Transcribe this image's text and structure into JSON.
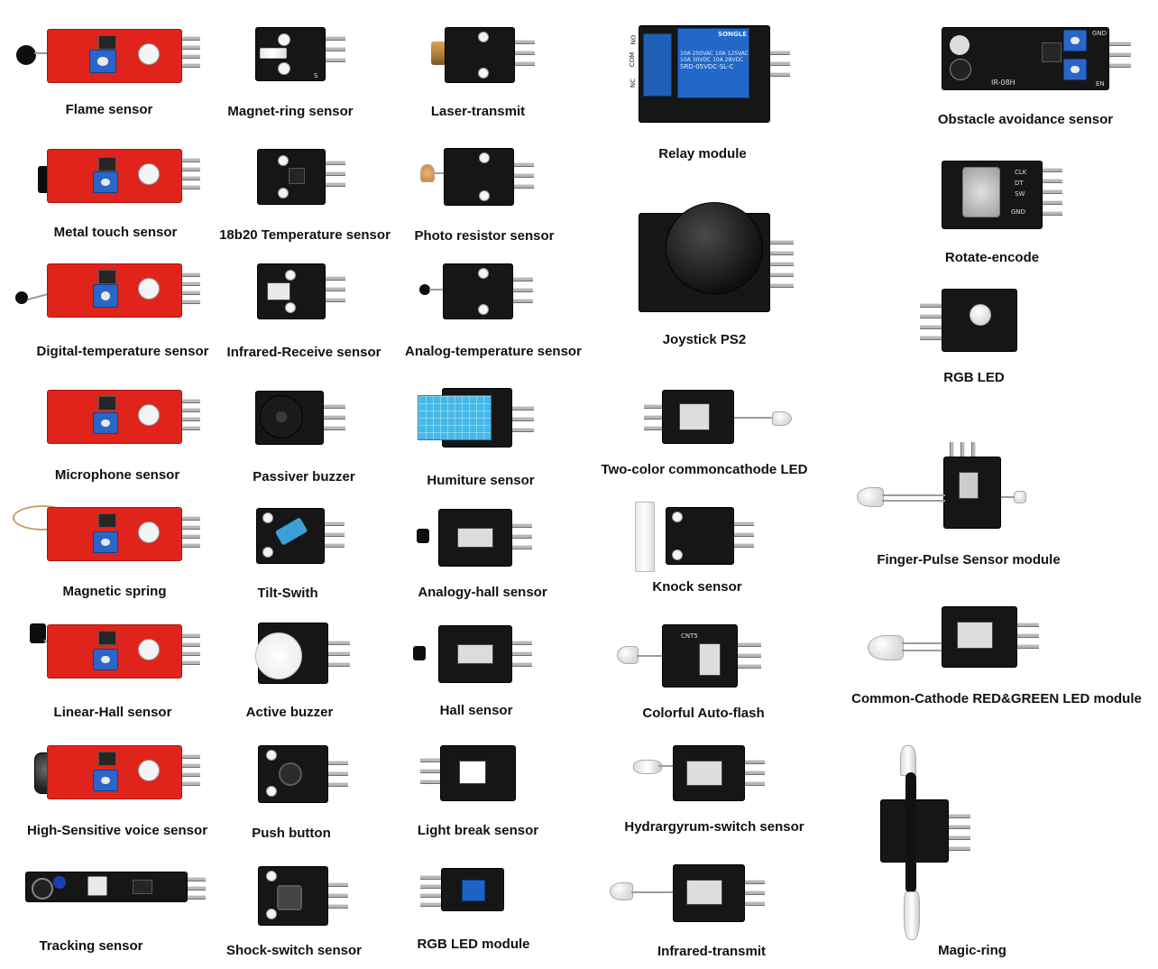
{
  "items": {
    "flame": "Flame sensor",
    "metal_touch": "Metal touch sensor",
    "digital_temp": "Digital-temperature sensor",
    "microphone": "Microphone sensor",
    "magnetic_spring": "Magnetic spring",
    "linear_hall": "Linear-Hall sensor",
    "voice": "High-Sensitive voice sensor",
    "tracking": "Tracking sensor",
    "magnet_ring": "Magnet-ring sensor",
    "temp_18b20": "18b20 Temperature sensor",
    "ir_receive": "Infrared-Receive sensor",
    "passive_buzzer": "Passiver buzzer",
    "tilt": "Tilt-Swith",
    "active_buzzer": "Active buzzer",
    "push_button": "Push button",
    "shock_switch": "Shock-switch sensor",
    "laser": "Laser-transmit",
    "photo_resistor": "Photo resistor sensor",
    "analog_temp": "Analog-temperature sensor",
    "humiture": "Humiture sensor",
    "analog_hall": "Analogy-hall sensor",
    "hall": "Hall sensor",
    "light_break": "Light break sensor",
    "rgb_led_module": "RGB LED module",
    "relay": "Relay module",
    "joystick": "Joystick PS2",
    "two_color_led": "Two-color commoncathode LED",
    "knock": "Knock sensor",
    "auto_flash": "Colorful Auto-flash",
    "hydrargyrum": "Hydrargyrum-switch sensor",
    "ir_transmit": "Infrared-transmit",
    "obstacle": "Obstacle avoidance sensor",
    "rotate_encode": "Rotate-encode",
    "rgb_led": "RGB LED",
    "finger_pulse": "Finger-Pulse Sensor module",
    "red_green_led": "Common-Cathode RED&GREEN LED module",
    "magic_ring": "Magic-ring"
  },
  "board_text": {
    "relay_brand": "SONGLE",
    "relay_spec1": "10A 250VAC 10A 125VAC",
    "relay_spec2": "10A 30VDC 10A 28VDC",
    "relay_model": "SRD-05VDC-SL-C",
    "relay_no": "NO",
    "relay_com": "COM",
    "relay_nc": "NC",
    "obstacle_model": "IR-08H",
    "obstacle_gnd": "GND",
    "obstacle_en": "EN",
    "encoder_clk": "CLK",
    "encoder_dt": "DT",
    "encoder_sw": "SW",
    "encoder_gnd": "GND",
    "auto_flash_cnt": "CNT5",
    "pin_s": "S"
  },
  "colors": {
    "red_board": "#e0241c",
    "black_board": "#161616",
    "pot_blue": "#2a66c9",
    "dht_blue": "#46b8e8",
    "label_text": "#111111",
    "background": "#ffffff"
  }
}
